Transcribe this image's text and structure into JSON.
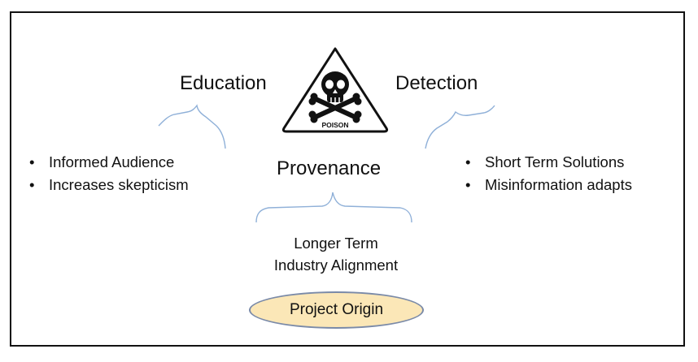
{
  "center": {
    "sign_text": "POISON",
    "title": "Provenance",
    "caption_lines": [
      "Longer Term",
      "Industry Alignment"
    ],
    "badge": "Project Origin"
  },
  "left": {
    "title": "Education",
    "points": [
      "Informed Audience",
      "Increases skepticism"
    ]
  },
  "right": {
    "title": "Detection",
    "points": [
      "Short Term Solutions",
      "Misinformation adapts"
    ]
  },
  "colors": {
    "brace": "#8fb0d8",
    "badge_fill": "#fbe7b7",
    "badge_border": "#7a8aa8"
  },
  "icons": [
    "skull-crossbones-icon",
    "warning-triangle-icon"
  ]
}
